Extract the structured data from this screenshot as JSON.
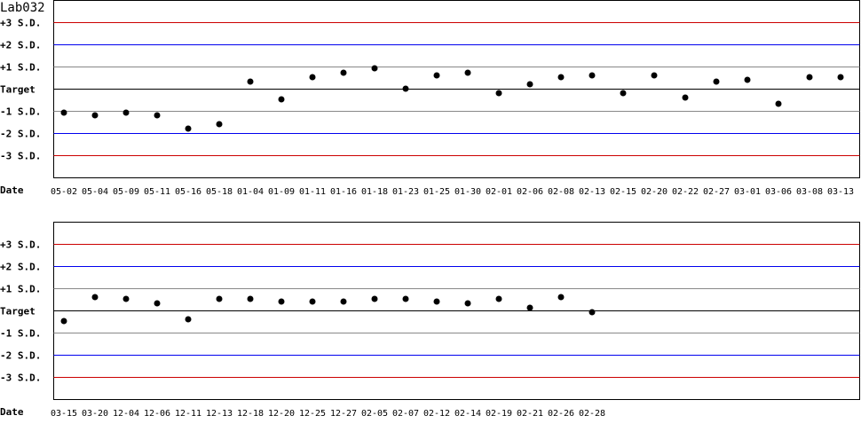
{
  "title": "Lab032",
  "date_label": "Date",
  "colors": {
    "sd3": "#cc0000",
    "sd2": "#0000ee",
    "sd1": "#888888",
    "target": "#000000",
    "point": "#000000"
  },
  "chart_data": [
    {
      "type": "scatter",
      "title": "Lab032",
      "xlabel": "Date",
      "ylabel": "",
      "ylim": [
        -4,
        4
      ],
      "y_tick_labels": [
        {
          "value": 3,
          "label": "+3 S.D."
        },
        {
          "value": 2,
          "label": "+2 S.D."
        },
        {
          "value": 1,
          "label": "+1 S.D."
        },
        {
          "value": 0,
          "label": "Target"
        },
        {
          "value": -1,
          "label": "-1 S.D."
        },
        {
          "value": -2,
          "label": "-2 S.D."
        },
        {
          "value": -3,
          "label": "-3 S.D."
        }
      ],
      "categories": [
        "05-02",
        "05-04",
        "05-09",
        "05-11",
        "05-16",
        "05-18",
        "01-04",
        "01-09",
        "01-11",
        "01-16",
        "01-18",
        "01-23",
        "01-25",
        "01-30",
        "02-01",
        "02-06",
        "02-08",
        "02-13",
        "02-15",
        "02-20",
        "02-22",
        "02-27",
        "03-01",
        "03-06",
        "03-08",
        "03-13"
      ],
      "values": [
        -1.08,
        -1.2,
        -1.08,
        -1.2,
        -1.8,
        -1.6,
        0.32,
        -0.48,
        0.52,
        0.72,
        0.92,
        0,
        0.6,
        0.72,
        -0.2,
        0.2,
        0.52,
        0.6,
        -0.2,
        0.6,
        -0.4,
        0.32,
        0.4,
        -0.68,
        0.52,
        0.52
      ]
    },
    {
      "type": "scatter",
      "title": "",
      "xlabel": "Date",
      "ylabel": "",
      "ylim": [
        -4,
        4
      ],
      "y_tick_labels": [
        {
          "value": 3,
          "label": "+3 S.D."
        },
        {
          "value": 2,
          "label": "+2 S.D."
        },
        {
          "value": 1,
          "label": "+1 S.D."
        },
        {
          "value": 0,
          "label": "Target"
        },
        {
          "value": -1,
          "label": "-1 S.D."
        },
        {
          "value": -2,
          "label": "-2 S.D."
        },
        {
          "value": -3,
          "label": "-3 S.D."
        }
      ],
      "categories": [
        "03-15",
        "03-20",
        "12-04",
        "12-06",
        "12-11",
        "12-13",
        "12-18",
        "12-20",
        "12-25",
        "12-27",
        "02-05",
        "02-07",
        "02-12",
        "02-14",
        "02-19",
        "02-21",
        "02-26",
        "02-28"
      ],
      "values": [
        -0.48,
        0.6,
        0.52,
        0.32,
        -0.4,
        0.52,
        0.52,
        0.4,
        0.4,
        0.4,
        0.52,
        0.52,
        0.4,
        0.32,
        0.52,
        0.12,
        0.6,
        -0.08
      ]
    }
  ]
}
